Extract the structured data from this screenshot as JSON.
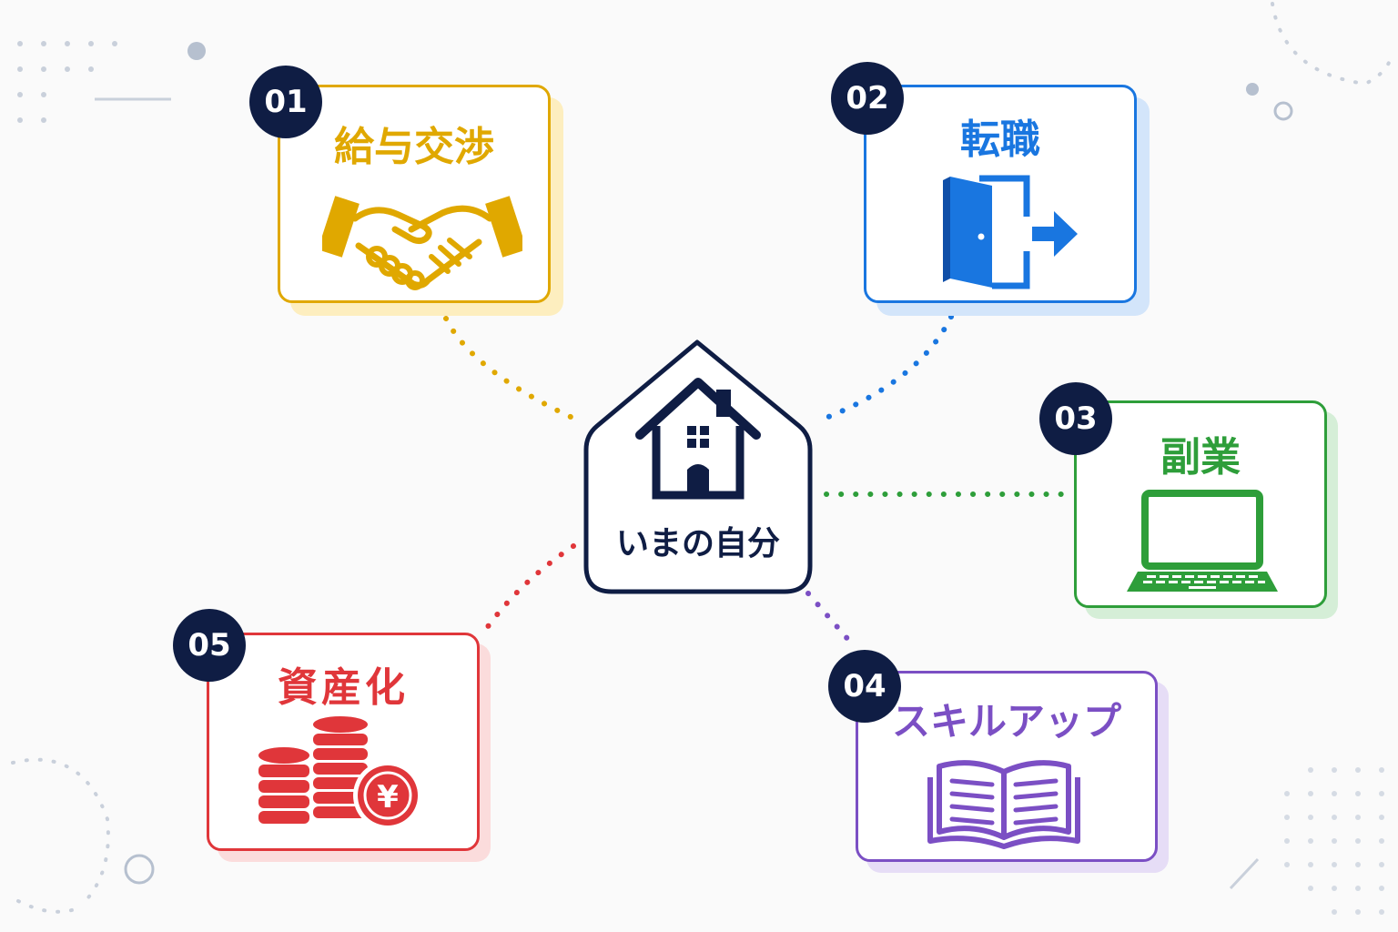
{
  "center": {
    "label": "いまの自分",
    "icon": "house-icon"
  },
  "colors": {
    "navy": "#0f1d44",
    "gold": "#e0a800",
    "blue": "#1976e0",
    "green": "#2e9e3a",
    "purple": "#7b4fc4",
    "red": "#e0363a"
  },
  "items": [
    {
      "number": "01",
      "title": "給与交渉",
      "icon": "handshake-icon",
      "color": "#e0a800"
    },
    {
      "number": "02",
      "title": "転職",
      "icon": "door-exit-icon",
      "color": "#1976e0"
    },
    {
      "number": "03",
      "title": "副業",
      "icon": "laptop-icon",
      "color": "#2e9e3a"
    },
    {
      "number": "04",
      "title": "スキルアップ",
      "icon": "open-book-icon",
      "color": "#7b4fc4"
    },
    {
      "number": "05",
      "title": "資産化",
      "icon": "yen-coins-icon",
      "color": "#e0363a"
    }
  ]
}
